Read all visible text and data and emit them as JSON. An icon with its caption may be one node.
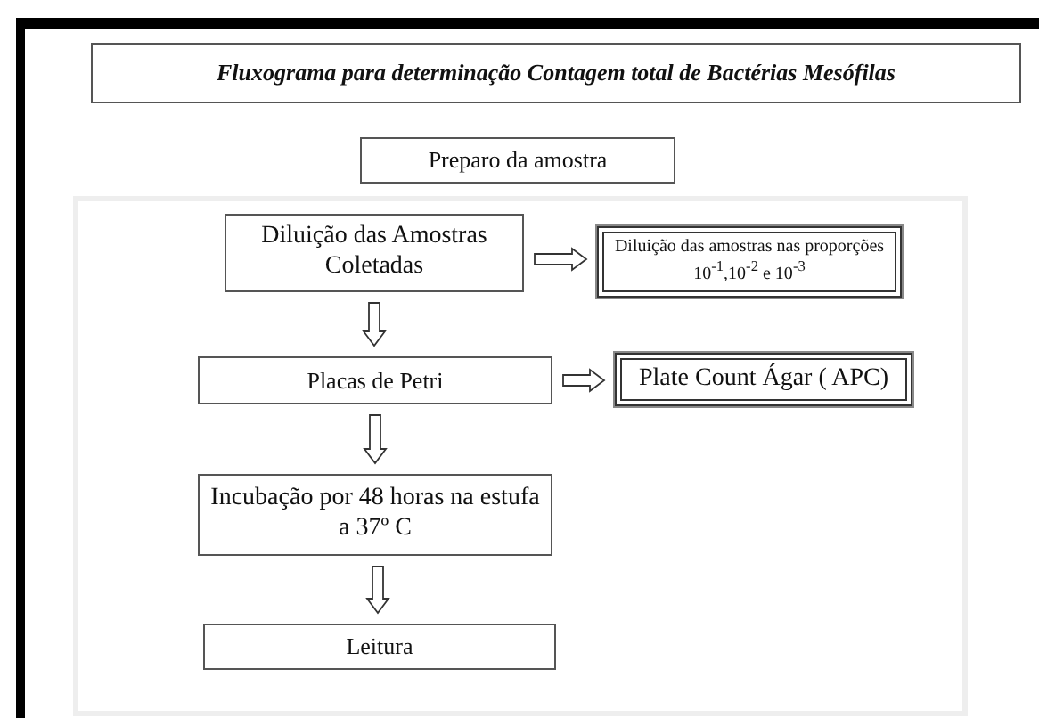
{
  "diagram": {
    "title": "Fluxograma para determinação Contagem total de Bactérias Mesófilas",
    "nodes": [
      {
        "text": [
          "Preparo da amostra"
        ]
      },
      {
        "text": [
          "Diluição das Amostras Coletadas"
        ]
      },
      {
        "text": [
          "Diluição das amostras nas proporções 10$^{-1}$,10$^{-2}$ e 10$^{-3}$"
        ]
      },
      {
        "text": [
          "Placas de Petri"
        ]
      },
      {
        "text": [
          "Plate Count Ágar ( APC)"
        ]
      },
      {
        "text": [
          "Incubação por 48 horas na estufa a 37º C"
        ]
      },
      {
        "text": [
          "Leitura"
        ]
      }
    ],
    "edges": [
      {
        "from": 1,
        "to": 2,
        "arrow": "to"
      },
      {
        "from": 1,
        "to": 3,
        "arrow": "to"
      },
      {
        "from": 3,
        "to": 4,
        "arrow": "to"
      },
      {
        "from": 3,
        "to": 5,
        "arrow": "to"
      },
      {
        "from": 5,
        "to": 6,
        "arrow": "to"
      }
    ]
  }
}
